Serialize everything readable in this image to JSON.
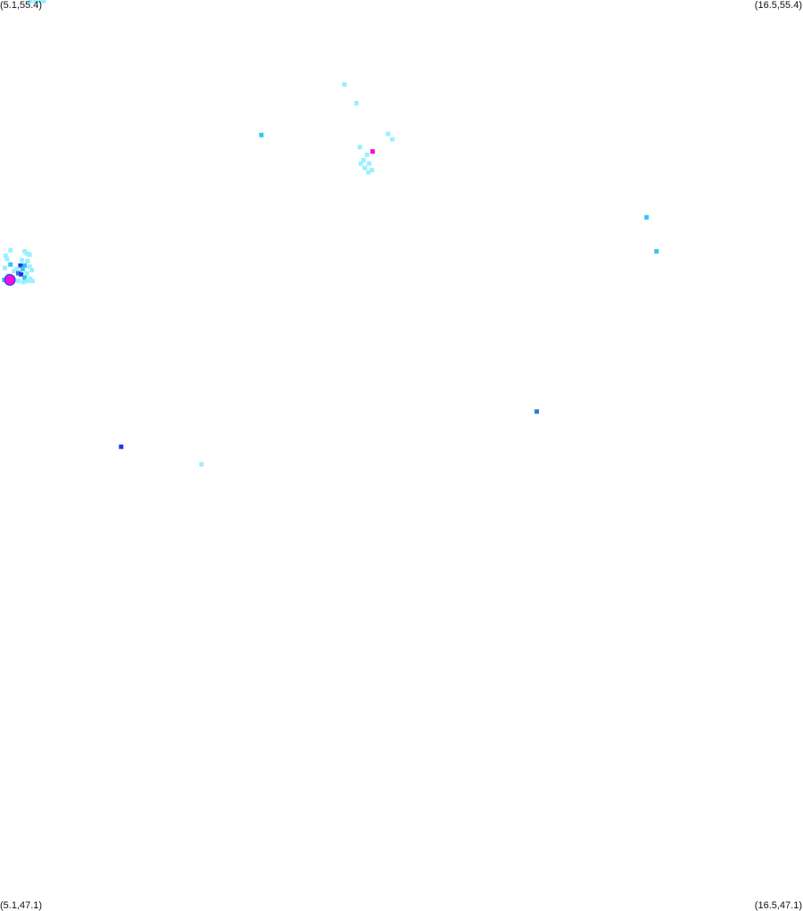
{
  "corners": {
    "top_left": "(5.1,55.4)",
    "top_right": "(16.5,55.4)",
    "bottom_left": "(5.1,47.1)",
    "bottom_right": "(16.5,47.1)"
  },
  "bounds": {
    "lon_min": 5.1,
    "lon_max": 16.5,
    "lat_min": 47.1,
    "lat_max": 55.4
  },
  "colors": {
    "light": "#99f0ff",
    "medium": "#33c6f2",
    "blue": "#2a7de0",
    "dark_blue": "#2233ee",
    "magenta": "#ee11dd"
  },
  "points": [
    {
      "lon": 5.6,
      "lat": 55.39,
      "c": "light"
    },
    {
      "lon": 5.66,
      "lat": 55.39,
      "c": "light"
    },
    {
      "lon": 5.72,
      "lat": 55.39,
      "c": "light"
    },
    {
      "lon": 5.53,
      "lat": 55.39,
      "c": "light"
    },
    {
      "lon": 9.99,
      "lat": 54.63,
      "c": "light"
    },
    {
      "lon": 10.16,
      "lat": 54.46,
      "c": "light"
    },
    {
      "lon": 8.81,
      "lat": 54.17,
      "c": "medium"
    },
    {
      "lon": 10.61,
      "lat": 54.18,
      "c": "light"
    },
    {
      "lon": 10.67,
      "lat": 54.13,
      "c": "light"
    },
    {
      "lon": 10.21,
      "lat": 54.06,
      "c": "light"
    },
    {
      "lon": 10.31,
      "lat": 53.99,
      "c": "light"
    },
    {
      "lon": 10.26,
      "lat": 53.94,
      "c": "light"
    },
    {
      "lon": 10.22,
      "lat": 53.91,
      "c": "light"
    },
    {
      "lon": 10.34,
      "lat": 53.91,
      "c": "light"
    },
    {
      "lon": 10.28,
      "lat": 53.87,
      "c": "light"
    },
    {
      "lon": 10.38,
      "lat": 53.85,
      "c": "light"
    },
    {
      "lon": 10.33,
      "lat": 53.83,
      "c": "light"
    },
    {
      "lon": 10.39,
      "lat": 54.02,
      "c": "magenta"
    },
    {
      "lon": 14.28,
      "lat": 53.42,
      "c": "medium"
    },
    {
      "lon": 5.45,
      "lat": 53.11,
      "c": "light"
    },
    {
      "lon": 5.25,
      "lat": 53.12,
      "c": "light"
    },
    {
      "lon": 5.18,
      "lat": 53.07,
      "c": "light"
    },
    {
      "lon": 5.48,
      "lat": 53.09,
      "c": "light"
    },
    {
      "lon": 5.52,
      "lat": 53.08,
      "c": "light"
    },
    {
      "lon": 5.2,
      "lat": 53.04,
      "c": "light"
    },
    {
      "lon": 5.41,
      "lat": 53.03,
      "c": "light"
    },
    {
      "lon": 5.49,
      "lat": 53.02,
      "c": "light"
    },
    {
      "lon": 5.25,
      "lat": 52.99,
      "c": "medium"
    },
    {
      "lon": 5.45,
      "lat": 52.98,
      "c": "medium"
    },
    {
      "lon": 5.39,
      "lat": 52.98,
      "c": "dark_blue"
    },
    {
      "lon": 5.52,
      "lat": 52.97,
      "c": "light"
    },
    {
      "lon": 5.17,
      "lat": 52.96,
      "c": "light"
    },
    {
      "lon": 5.34,
      "lat": 52.95,
      "c": "light"
    },
    {
      "lon": 5.42,
      "lat": 52.95,
      "c": "medium"
    },
    {
      "lon": 5.55,
      "lat": 52.94,
      "c": "light"
    },
    {
      "lon": 5.3,
      "lat": 52.93,
      "c": "light"
    },
    {
      "lon": 5.36,
      "lat": 52.91,
      "c": "blue"
    },
    {
      "lon": 5.4,
      "lat": 52.9,
      "c": "dark_blue"
    },
    {
      "lon": 5.48,
      "lat": 52.91,
      "c": "light"
    },
    {
      "lon": 5.21,
      "lat": 52.89,
      "c": "light"
    },
    {
      "lon": 5.45,
      "lat": 52.87,
      "c": "medium"
    },
    {
      "lon": 5.53,
      "lat": 52.86,
      "c": "light"
    },
    {
      "lon": 5.16,
      "lat": 52.85,
      "c": "medium"
    },
    {
      "lon": 5.22,
      "lat": 52.86,
      "c": "blue"
    },
    {
      "lon": 5.27,
      "lat": 52.86,
      "c": "light"
    },
    {
      "lon": 5.36,
      "lat": 52.84,
      "c": "light"
    },
    {
      "lon": 5.43,
      "lat": 52.83,
      "c": "light"
    },
    {
      "lon": 5.49,
      "lat": 52.84,
      "c": "light"
    },
    {
      "lon": 5.56,
      "lat": 52.84,
      "c": "light"
    },
    {
      "lon": 14.42,
      "lat": 53.11,
      "c": "medium"
    },
    {
      "lon": 12.72,
      "lat": 51.65,
      "c": "blue"
    },
    {
      "lon": 6.82,
      "lat": 51.33,
      "c": "dark_blue"
    },
    {
      "lon": 7.96,
      "lat": 51.17,
      "c": "light"
    }
  ],
  "cluster_marker": {
    "lon": 5.24,
    "lat": 52.85,
    "c": "magenta"
  }
}
